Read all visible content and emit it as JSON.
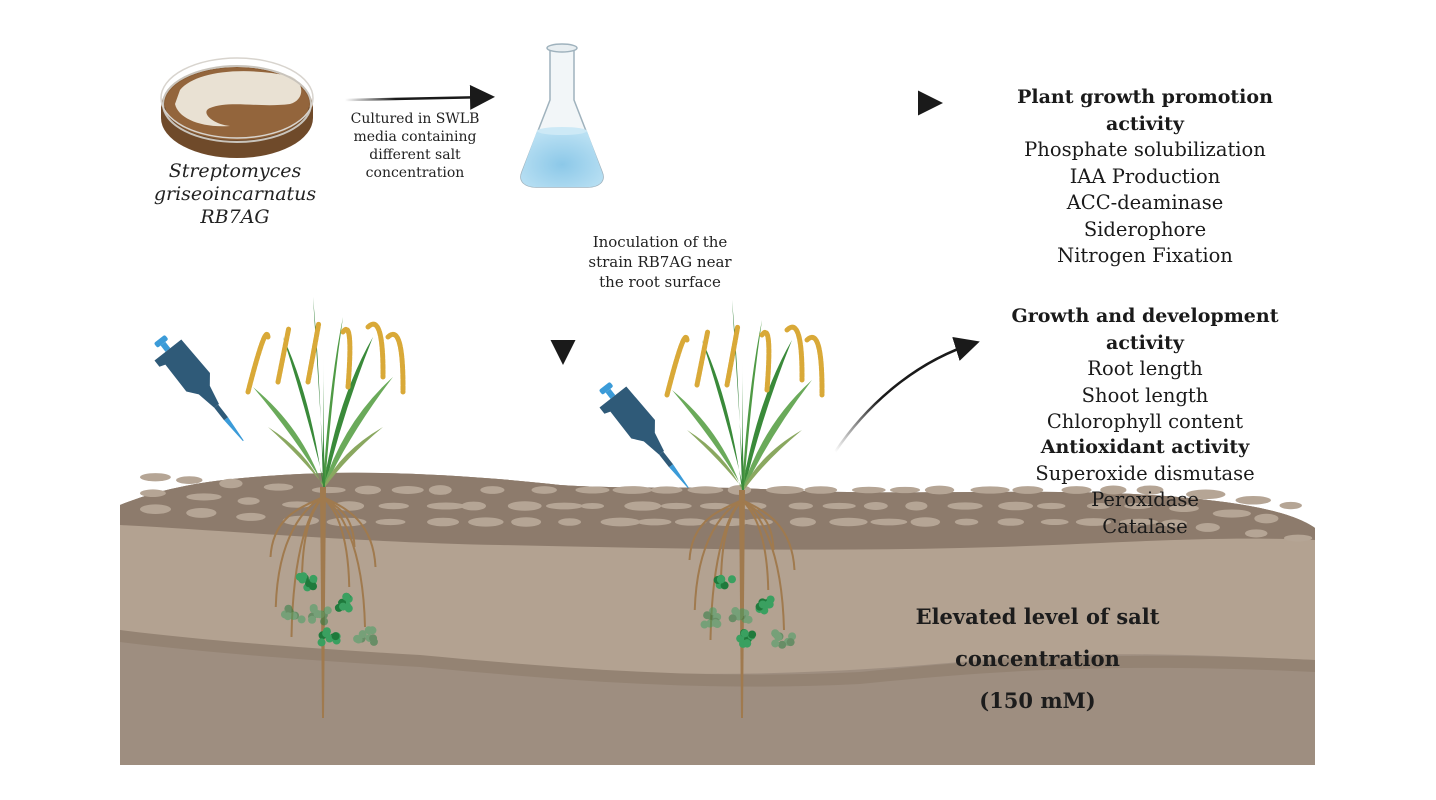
{
  "organism": {
    "genus": "Streptomyces",
    "species": "griseoincarnatus",
    "strain": "RB7AG"
  },
  "steps": {
    "culture": [
      "Cultured in SWLB",
      "media containing",
      "different salt",
      "concentration"
    ],
    "inoculation": [
      "Inoculation of the",
      "strain RB7AG near",
      "the root surface"
    ]
  },
  "panels": {
    "plant_growth_promotion": {
      "heading": "Plant growth promotion activity",
      "items": [
        "Phosphate solubilization",
        "IAA Production",
        "ACC-deaminase",
        "Siderophore",
        "Nitrogen Fixation"
      ]
    },
    "growth_development": {
      "heading": "Growth and development activity",
      "items": [
        "Root length",
        "Shoot length",
        "Chlorophyll content"
      ]
    },
    "antioxidant": {
      "heading": "Antioxidant activity",
      "items": [
        "Superoxide dismutase",
        "Peroxidase",
        "Catalase"
      ]
    }
  },
  "soil_condition": [
    "Elevated level of salt",
    "concentration",
    "(150 mM)"
  ],
  "icons": {
    "petri_dish": "petri-dish-icon",
    "flask": "erlenmeyer-flask-icon",
    "pipette": "micropipette-icon",
    "plant": "rice-plant-icon"
  },
  "colors": {
    "soil_top": "#a89888",
    "soil_mid": "#b3a291",
    "soil_deep": "#9e8e80",
    "crust": "#8d7b6c",
    "pipette": "#2f5a78",
    "pipette_tip": "#3b9bd8",
    "leaf": "#3a8a3a",
    "grain": "#d9a938",
    "root": "#a07a4e",
    "bacteria": "#2e8b4a",
    "liquid": "#a9d6ee"
  }
}
